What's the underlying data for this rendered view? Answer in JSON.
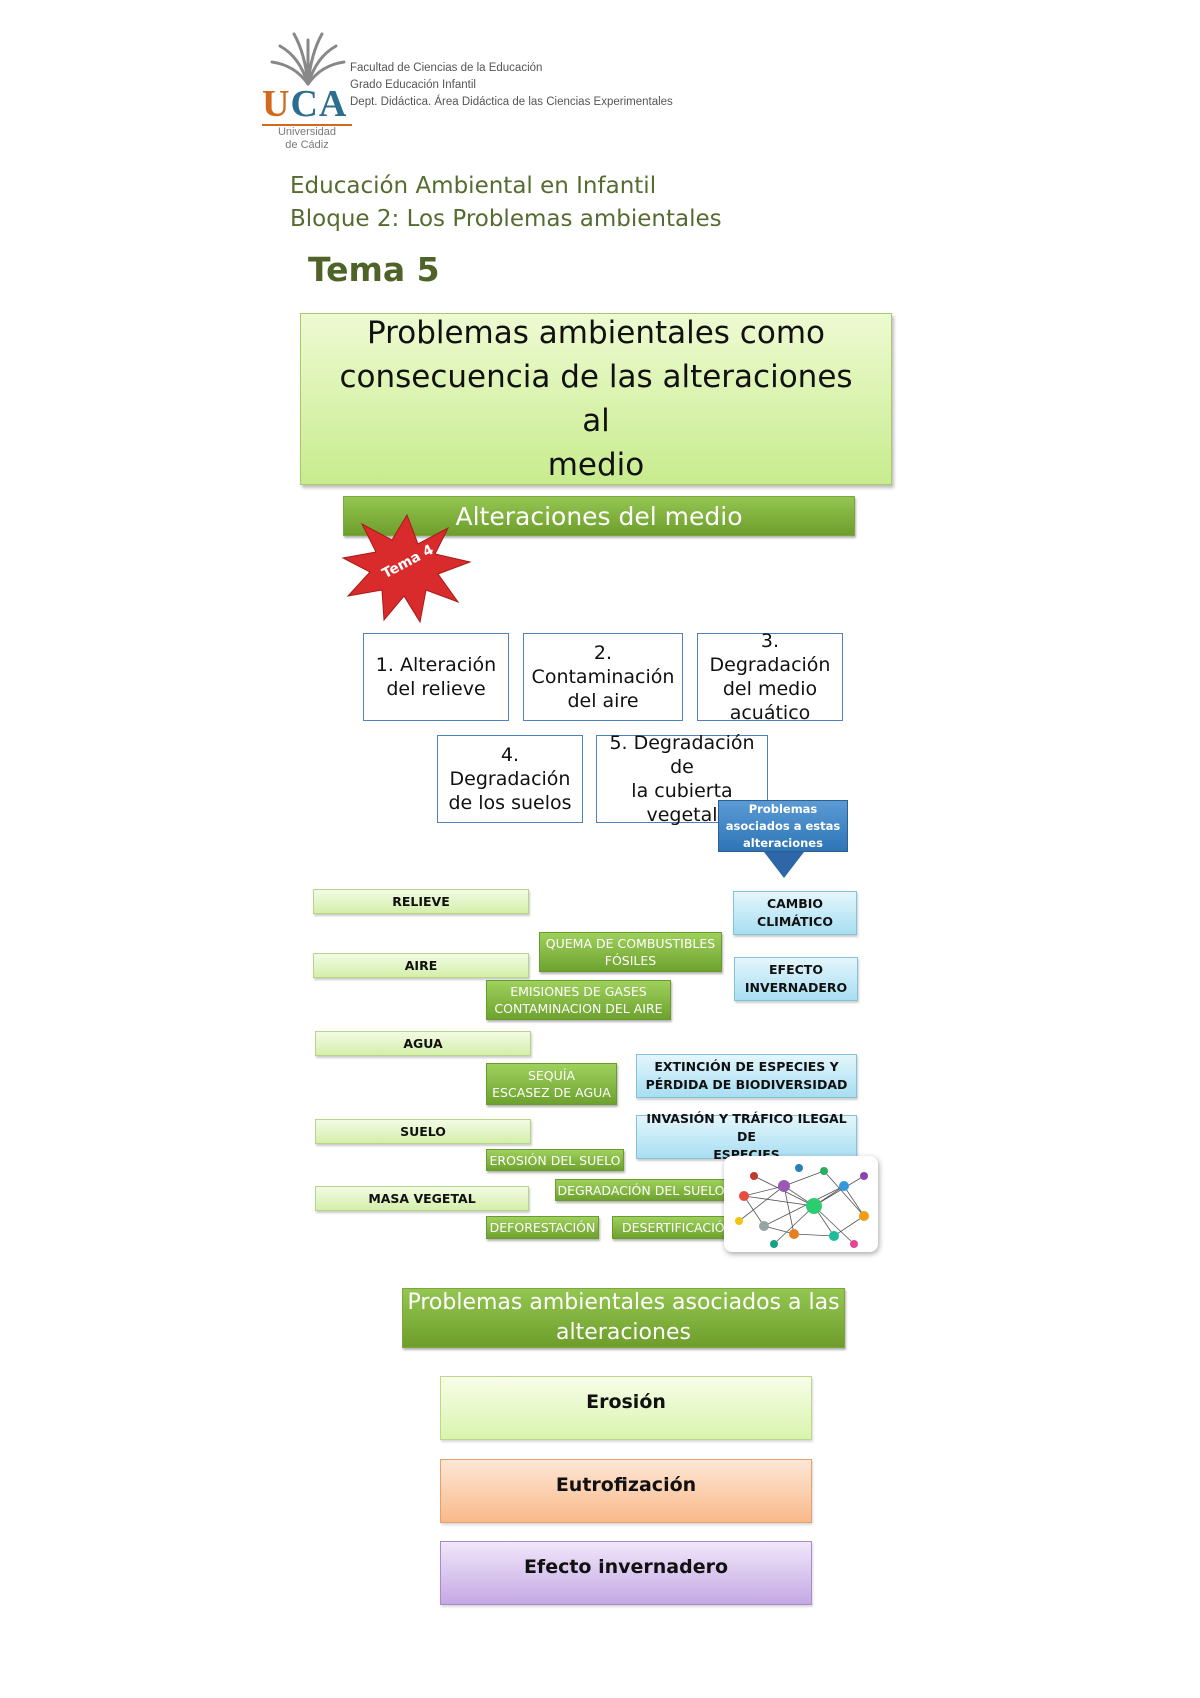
{
  "header": {
    "logo_text": "UCA",
    "logo_sub_1": "Universidad",
    "logo_sub_2": "de Cádiz",
    "institution_lines": [
      "Facultad de Ciencias de la Educación",
      "Grado Educación Infantil",
      "Dept. Didáctica. Área Didáctica de las Ciencias Experimentales"
    ],
    "course_lines": [
      "Educación Ambiental en Infantil",
      "Bloque 2: Los Problemas ambientales"
    ],
    "tema": "Tema 5"
  },
  "title_lines": [
    "Problemas ambientales como",
    "consecuencia de las alteraciones al",
    "medio"
  ],
  "alteraciones_bar": "Alteraciones del medio",
  "star_label": "Tema 4",
  "star_color": "#d92b2b",
  "alteraciones": [
    [
      "1. Alteración",
      "del relieve"
    ],
    [
      "2.",
      "Contaminación",
      "del aire"
    ],
    [
      "3. Degradación",
      "del medio",
      "acuático"
    ],
    [
      "4. Degradación",
      "de los suelos"
    ],
    [
      "5. Degradación de",
      "la cubierta",
      "vegetal"
    ]
  ],
  "problemas_label": [
    "Problemas",
    "asociados a estas",
    "alteraciones"
  ],
  "categorias": [
    "RELIEVE",
    "AIRE",
    "AGUA",
    "SUELO",
    "MASA VEGETAL"
  ],
  "subproblemas": [
    [
      "QUEMA DE COMBUSTIBLES",
      "FÓSILES"
    ],
    [
      "EMISIONES DE GASES",
      "CONTAMINACION DEL AIRE"
    ],
    [
      "SEQUÍA",
      "ESCASEZ DE AGUA"
    ],
    [
      "EROSIÓN DEL SUELO"
    ],
    [
      "DEGRADACIÓN DEL SUELO"
    ],
    [
      "DEFORESTACIÓN"
    ],
    [
      "DESERTIFICACIÓN"
    ]
  ],
  "problemas_globales": [
    [
      "CAMBIO",
      "CLIMÁTICO"
    ],
    [
      "EFECTO",
      "INVERNADERO"
    ],
    [
      "EXTINCIÓN DE ESPECIES Y",
      "PÉRDIDA DE BIODIVERSIDAD"
    ],
    [
      "INVASIÓN Y TRÁFICO ILEGAL DE",
      "ESPECIES"
    ]
  ],
  "assoc_bar_lines": [
    "Problemas ambientales asociados a las",
    "alteraciones"
  ],
  "problemas_finales": [
    "Erosión",
    "Eutrofización",
    "Efecto invernadero"
  ]
}
